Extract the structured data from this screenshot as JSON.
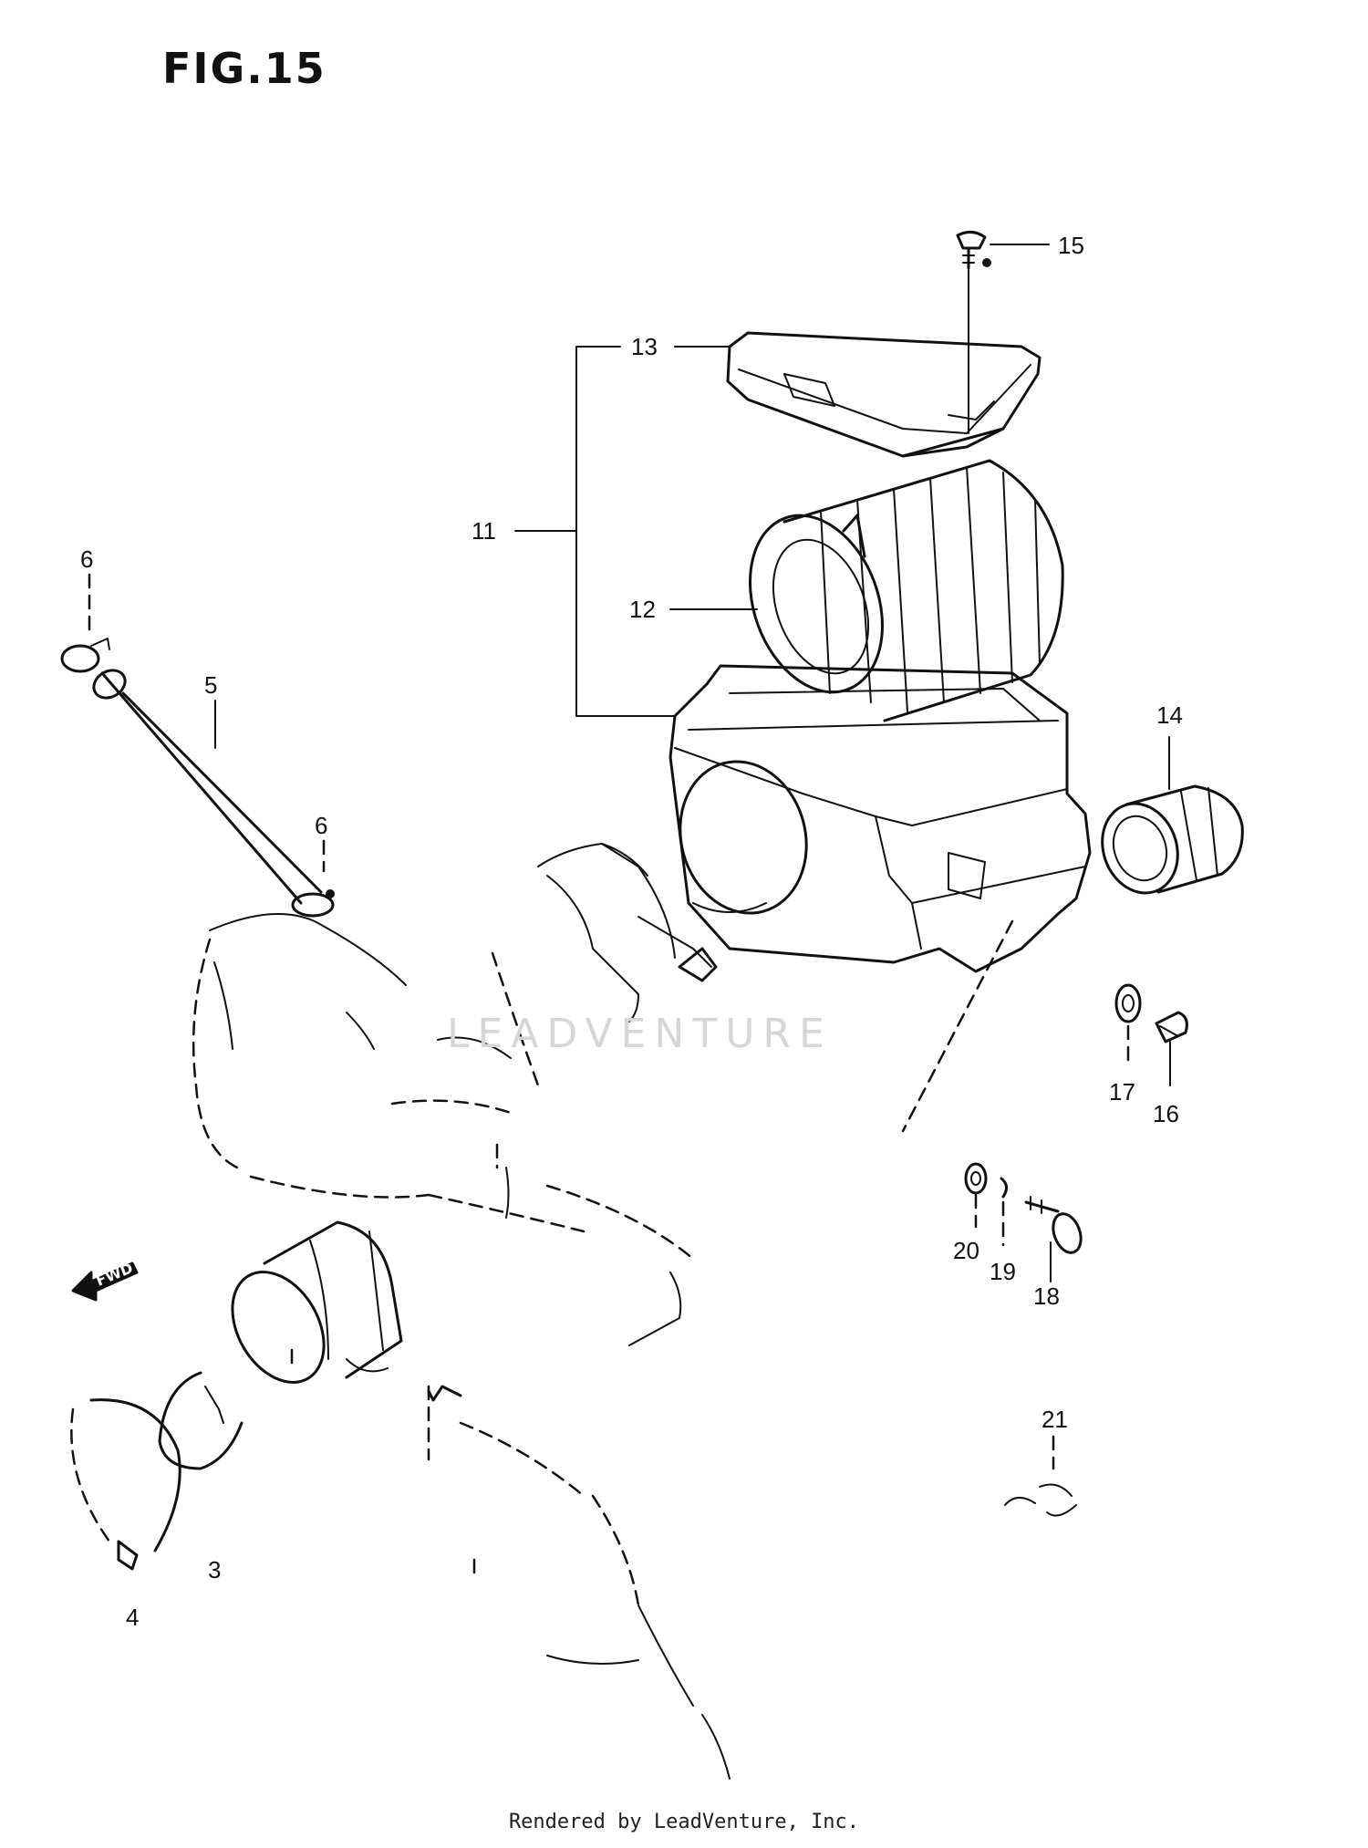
{
  "figure": {
    "title": "FIG.15"
  },
  "callouts": [
    "15",
    "13",
    "11",
    "12",
    "6",
    "5",
    "6",
    "14",
    "17",
    "16",
    "20",
    "19",
    "18",
    "21",
    "3",
    "4"
  ],
  "watermark": "LEADVENTURE",
  "arrow_label": "FWD",
  "footer": "Rendered by LeadVenture, Inc."
}
